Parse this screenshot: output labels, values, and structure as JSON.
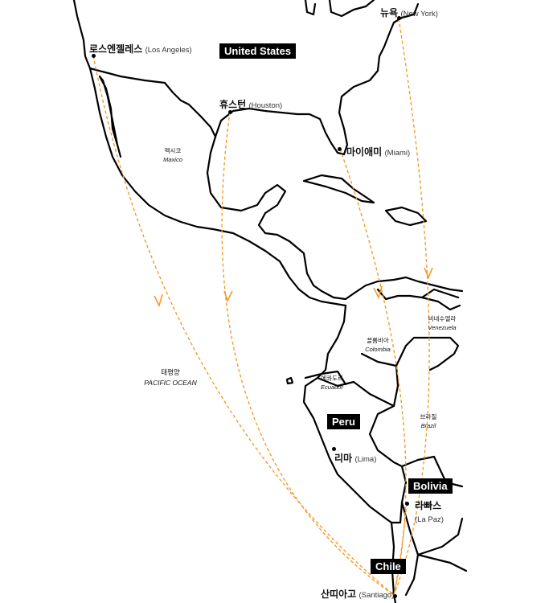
{
  "colors": {
    "route": "#f7941d",
    "land_stroke": "#000000",
    "label_bg": "#000000"
  },
  "countries_boxed": {
    "us": "United States",
    "peru": "Peru",
    "bolivia": "Bolivia",
    "chile": "Chile"
  },
  "countries_small": {
    "mexico": {
      "ko": "멕시코",
      "en": "Maxico"
    },
    "colombia": {
      "ko": "꼴롬비아",
      "en": "Colombia"
    },
    "venezuela": {
      "ko": "비네수엘라",
      "en": "Venezuela"
    },
    "ecuador": {
      "ko": "에콰도르",
      "en": "Ecuador"
    },
    "brazil": {
      "ko": "브라질",
      "en": "Brazil"
    },
    "pacific": {
      "ko": "태평양",
      "en": "PACIFIC OCEAN"
    }
  },
  "cities": {
    "los_angeles": {
      "ko": "로스엔젤레스",
      "en": "(Los Angeles)"
    },
    "houston": {
      "ko": "휴스턴",
      "en": "(Houston)"
    },
    "miami": {
      "ko": "마이애미",
      "en": "(Miami)"
    },
    "new_york": {
      "ko": "뉴욕",
      "en": "(New York)"
    },
    "lima": {
      "ko": "리마",
      "en": "(Lima)"
    },
    "la_paz": {
      "ko": "라빠스",
      "en": "(La Paz)"
    },
    "santiago": {
      "ko": "산띠아고",
      "en": "(Santiago)"
    }
  }
}
